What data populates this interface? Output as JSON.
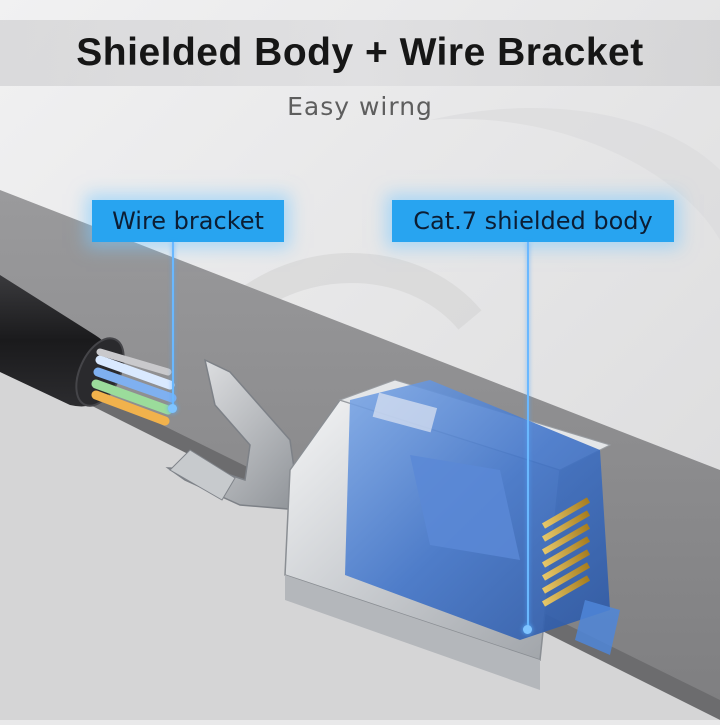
{
  "header": {
    "title": "Shielded Body + Wire Bracket",
    "subtitle": "Easy wirng"
  },
  "callouts": {
    "left_label": "Wire bracket",
    "right_label": "Cat.7 shielded body"
  },
  "colors": {
    "callout_fill": "#28a4f0",
    "connector_blue": "#3f73c9",
    "shield_silver": "#d7d9dc",
    "contact_gold": "#c9a13a",
    "cable_black": "#1c1c1e",
    "desk_gray": "#8f8f91"
  }
}
